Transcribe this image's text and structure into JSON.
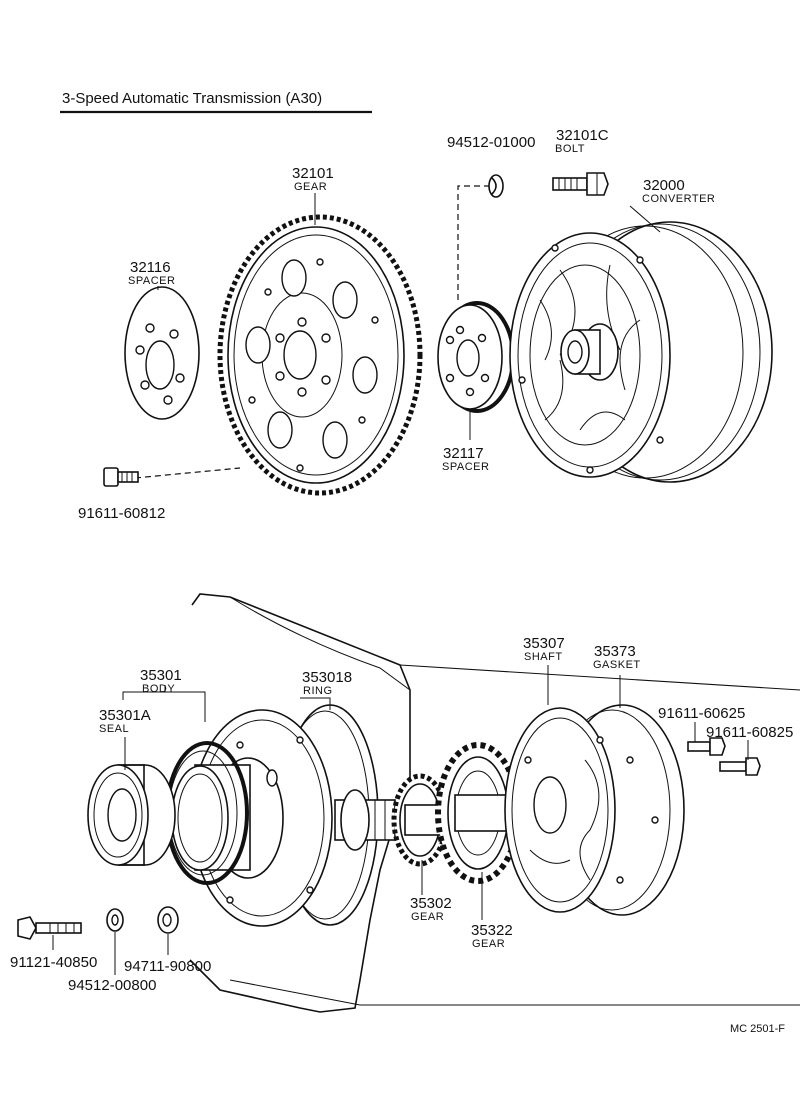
{
  "title": "3-Speed Automatic Transmission (A30)",
  "footer_code": "MC 2501-F",
  "parts": {
    "gear_32101": {
      "number": "32101",
      "name": "GEAR"
    },
    "spacer_32116": {
      "number": "32116",
      "name": "SPACER"
    },
    "washer_94512_01000": {
      "number": "94512-01000"
    },
    "bolt_32101c": {
      "number": "32101C",
      "name": "BOLT"
    },
    "converter_32000": {
      "number": "32000",
      "name": "CONVERTER"
    },
    "spacer_32117": {
      "number": "32117",
      "name": "SPACER"
    },
    "bolt_91611_60812": {
      "number": "91611-60812"
    },
    "body_35301": {
      "number": "35301",
      "name": "BODY"
    },
    "seal_35301a": {
      "number": "35301A",
      "name": "SEAL"
    },
    "ring_353018": {
      "number": "353018",
      "name": "RING"
    },
    "shaft_35307": {
      "number": "35307",
      "name": "SHAFT"
    },
    "gasket_35373": {
      "number": "35373",
      "name": "GASKET"
    },
    "bolt_91611_60625": {
      "number": "91611-60625"
    },
    "bolt_91611_60825": {
      "number": "91611-60825"
    },
    "gear_35302": {
      "number": "35302",
      "name": "GEAR"
    },
    "gear_35322": {
      "number": "35322",
      "name": "GEAR"
    },
    "bolt_91121_40850": {
      "number": "91121-40850"
    },
    "washer_94512_00800": {
      "number": "94512-00800"
    },
    "nut_94711_90800": {
      "number": "94711-90800"
    }
  }
}
